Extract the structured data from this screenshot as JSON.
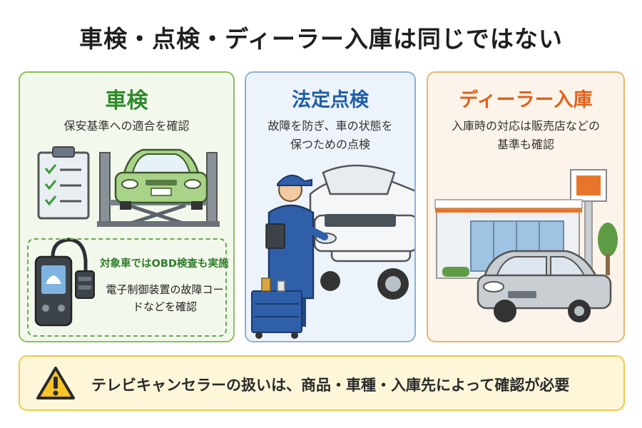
{
  "title": "車検・点検・ディーラー入庫は同じではない",
  "panels": {
    "shaken": {
      "title": "車検",
      "desc": "保安基準への適合を確認",
      "obd_heading": "対象車ではOBD検査も実施",
      "obd_desc": "電子制御装置の故障コードなどを確認"
    },
    "tenken": {
      "title": "法定点検",
      "desc_line1": "故障を防ぎ、車の状態を",
      "desc_line2": "保つための点検"
    },
    "dealer": {
      "title": "ディーラー入庫",
      "desc_line1": "入庫時の対応は販売店などの",
      "desc_line2": "基準も確認"
    }
  },
  "note": {
    "icon": "warning-icon",
    "text": "テレビキャンセラーの扱いは、商品・車種・入庫先によって確認が必要"
  },
  "colors": {
    "shaken_accent": "#2f8a2c",
    "tenken_accent": "#1f5fa8",
    "dealer_accent": "#e0621c",
    "note_border": "#f0c84a"
  }
}
